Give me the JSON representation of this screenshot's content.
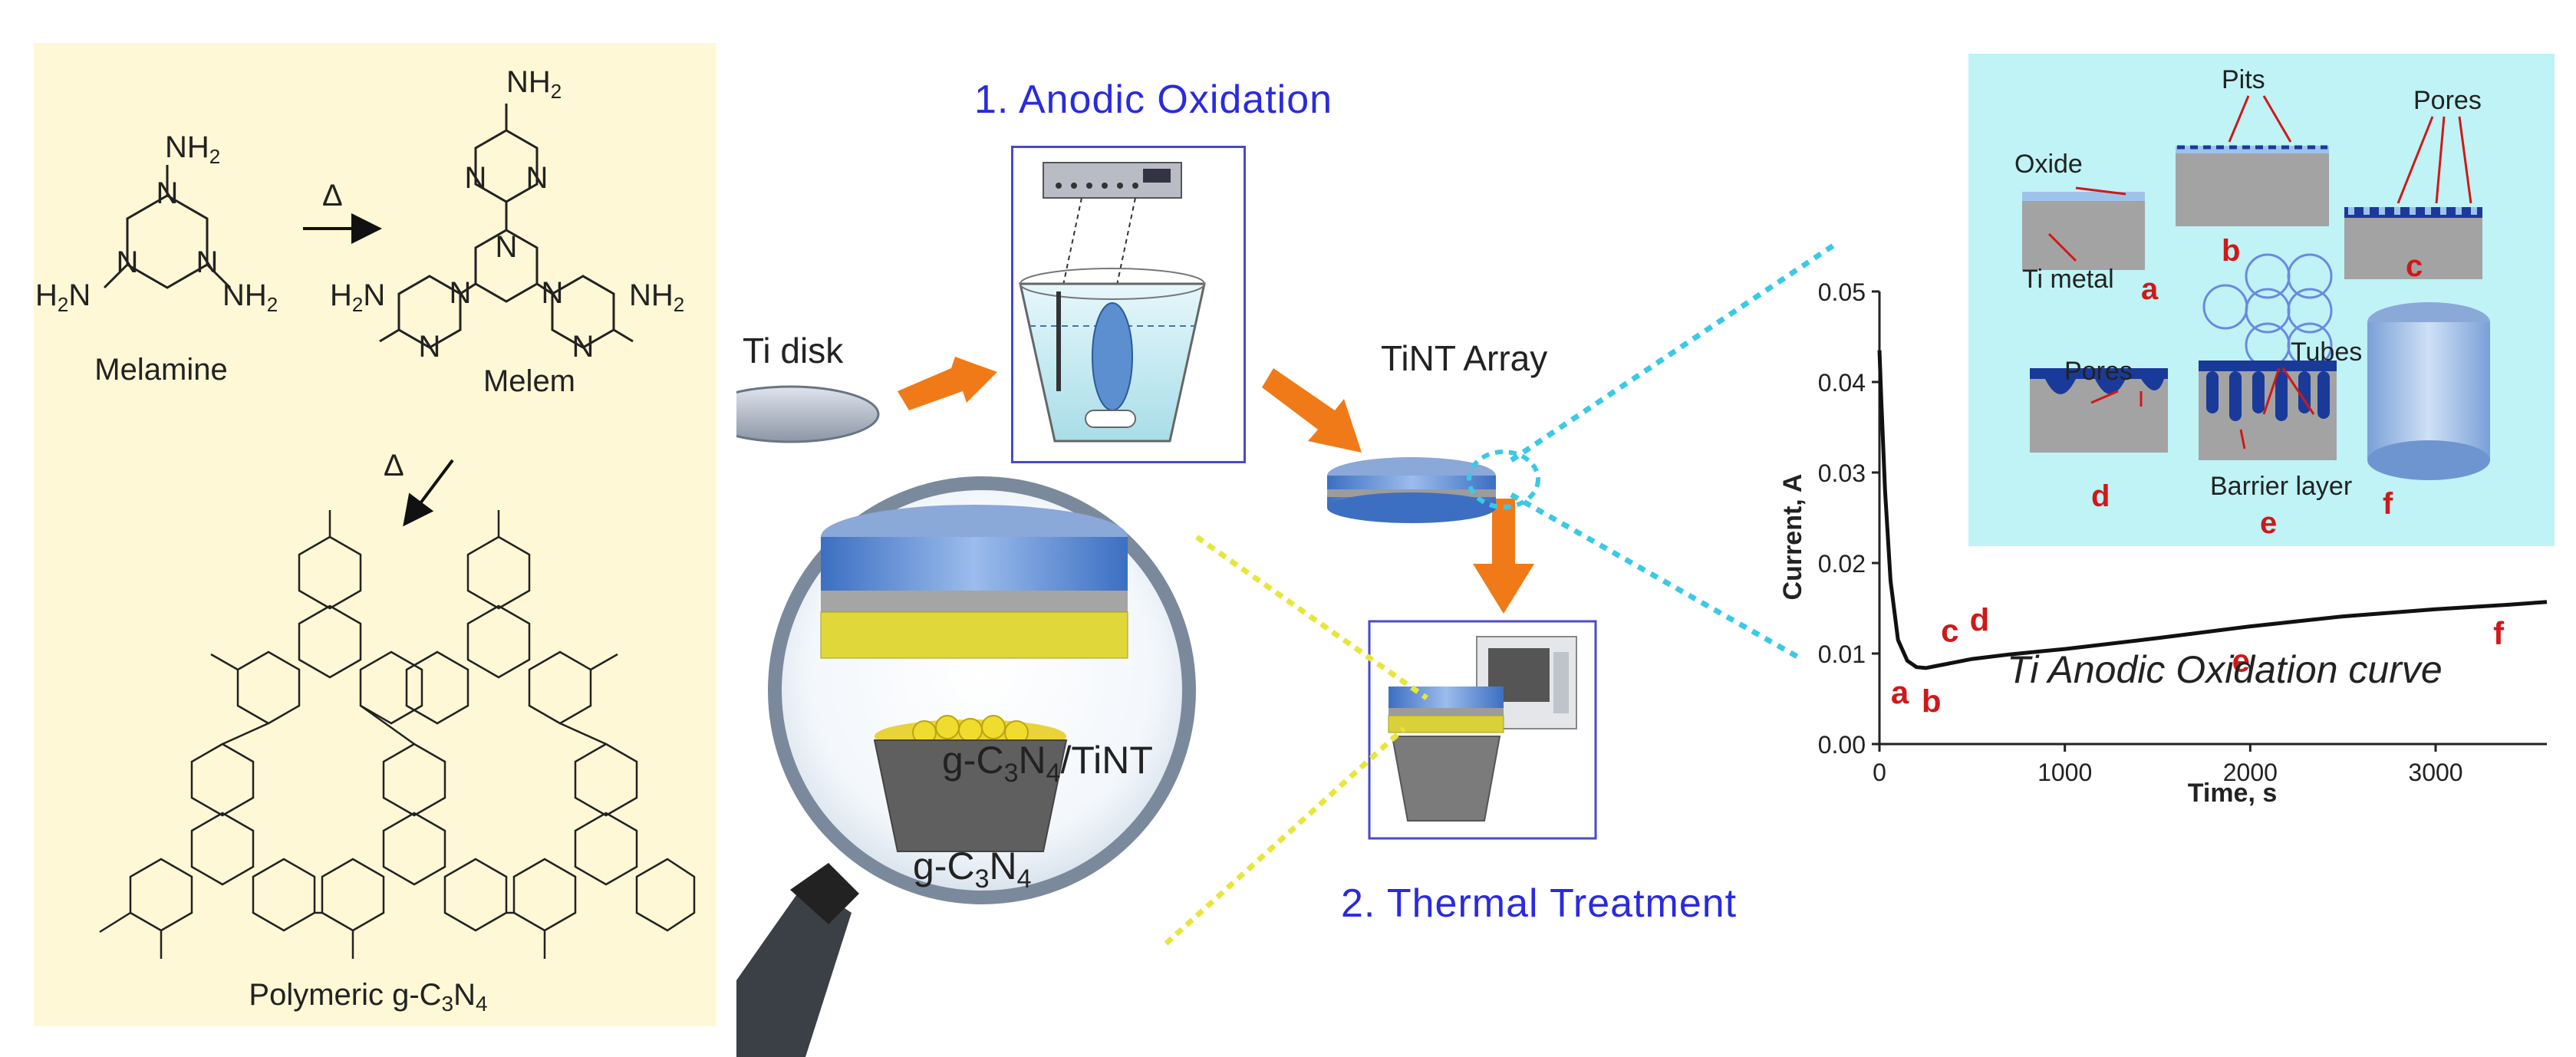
{
  "synthesis": {
    "melamine": "Melamine",
    "melem": "Melem",
    "polymer": "Polymeric g-C3N4",
    "delta": "Δ",
    "atom_n": "N",
    "nh2": "NH2",
    "h2n": "H2N"
  },
  "process": {
    "step1": "1. Anodic Oxidation",
    "step2": "2. Thermal Treatment",
    "ti_disk": "Ti disk",
    "tint_array": "TiNT Array",
    "composite": "g-C3N4/TiNT",
    "gcn": "g-C3N4"
  },
  "inset": {
    "oxide": "Oxide",
    "pits": "Pits",
    "pores_top": "Pores",
    "ti_metal": "Ti metal",
    "pores_bottom": "Pores",
    "tubes": "Tubes",
    "barrier": "Barrier layer",
    "stages": [
      "a",
      "b",
      "c",
      "d",
      "e",
      "f"
    ]
  },
  "chart_data": {
    "type": "line",
    "title": "Ti Anodic Oxidation curve",
    "xlabel": "Time, s",
    "ylabel": "Current, A",
    "xlim": [
      0,
      3600
    ],
    "ylim": [
      0,
      0.05
    ],
    "xticks": [
      0,
      1000,
      2000,
      3000
    ],
    "yticks": [
      0.0,
      0.01,
      0.02,
      0.03,
      0.04,
      0.05
    ],
    "xtick_labels": [
      "0",
      "1000",
      "2000",
      "3000"
    ],
    "ytick_labels": [
      "0.00",
      "0.01",
      "0.02",
      "0.03",
      "0.04",
      "0.05"
    ],
    "series": [
      {
        "x": [
          0,
          10,
          30,
          60,
          100,
          150,
          200,
          250,
          300,
          400,
          500,
          700,
          1000,
          1500,
          2000,
          2500,
          3000,
          3400,
          3600
        ],
        "y": [
          0.0435,
          0.038,
          0.028,
          0.018,
          0.0115,
          0.0092,
          0.0085,
          0.0084,
          0.0086,
          0.009,
          0.0094,
          0.0099,
          0.0105,
          0.0117,
          0.013,
          0.0141,
          0.0149,
          0.0154,
          0.0157
        ]
      }
    ],
    "annotations": [
      {
        "label": "a",
        "x": 110,
        "y": 0.0045
      },
      {
        "label": "b",
        "x": 280,
        "y": 0.0035
      },
      {
        "label": "c",
        "x": 380,
        "y": 0.0113
      },
      {
        "label": "d",
        "x": 540,
        "y": 0.0125
      },
      {
        "label": "e",
        "x": 1950,
        "y": 0.008
      },
      {
        "label": "f",
        "x": 3340,
        "y": 0.011
      }
    ]
  }
}
